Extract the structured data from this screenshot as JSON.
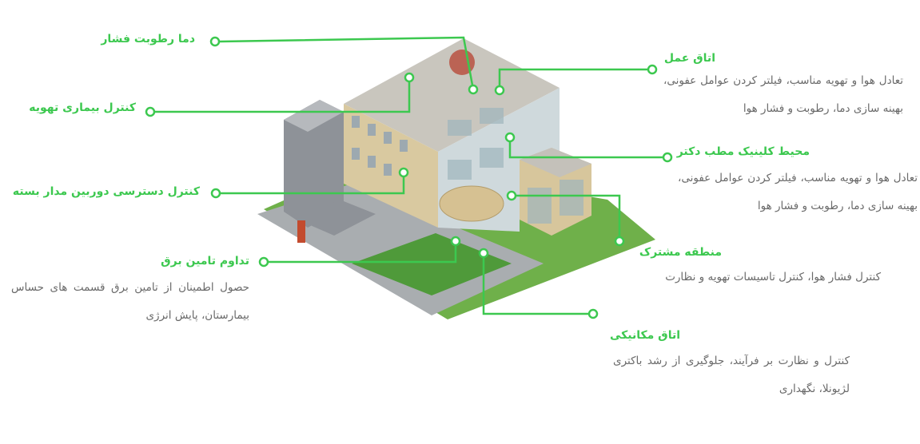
{
  "accent_color": "#3cc84f",
  "labels_left": [
    {
      "title": "دما رطوبت فشار"
    },
    {
      "title": "کنترل بیماری تهویه"
    },
    {
      "title": "کنترل دسترسی دوربین مدار بسته"
    },
    {
      "title": "تداوم تامین برق",
      "description": "حصول اطمینان از تامین برق قسمت های حساس بیمارستان، پایش انرژی"
    }
  ],
  "labels_right": [
    {
      "title": "اتاق عمل",
      "description": "تعادل هوا و تهویه مناسب، فیلتر کردن عوامل عفونی، بهینه سازی دما، رطوبت و فشار هوا"
    },
    {
      "title": "محیط کلینیک مطب دکتر",
      "description": "تعادل هوا و تهویه مناسب، فیلتر کردن عوامل عفونی، بهینه سازی دما، رطوبت و فشار هوا"
    },
    {
      "title": "منطقه مشترک",
      "description": "کنترل فشار هوا، کنترل تاسیسات تهویه و نظارت"
    },
    {
      "title": "اتاق مکانیکی",
      "description": "کنترل و نظارت بر فرآیند، جلوگیری از رشد باکتری لژیونلا، نگهداری"
    }
  ]
}
